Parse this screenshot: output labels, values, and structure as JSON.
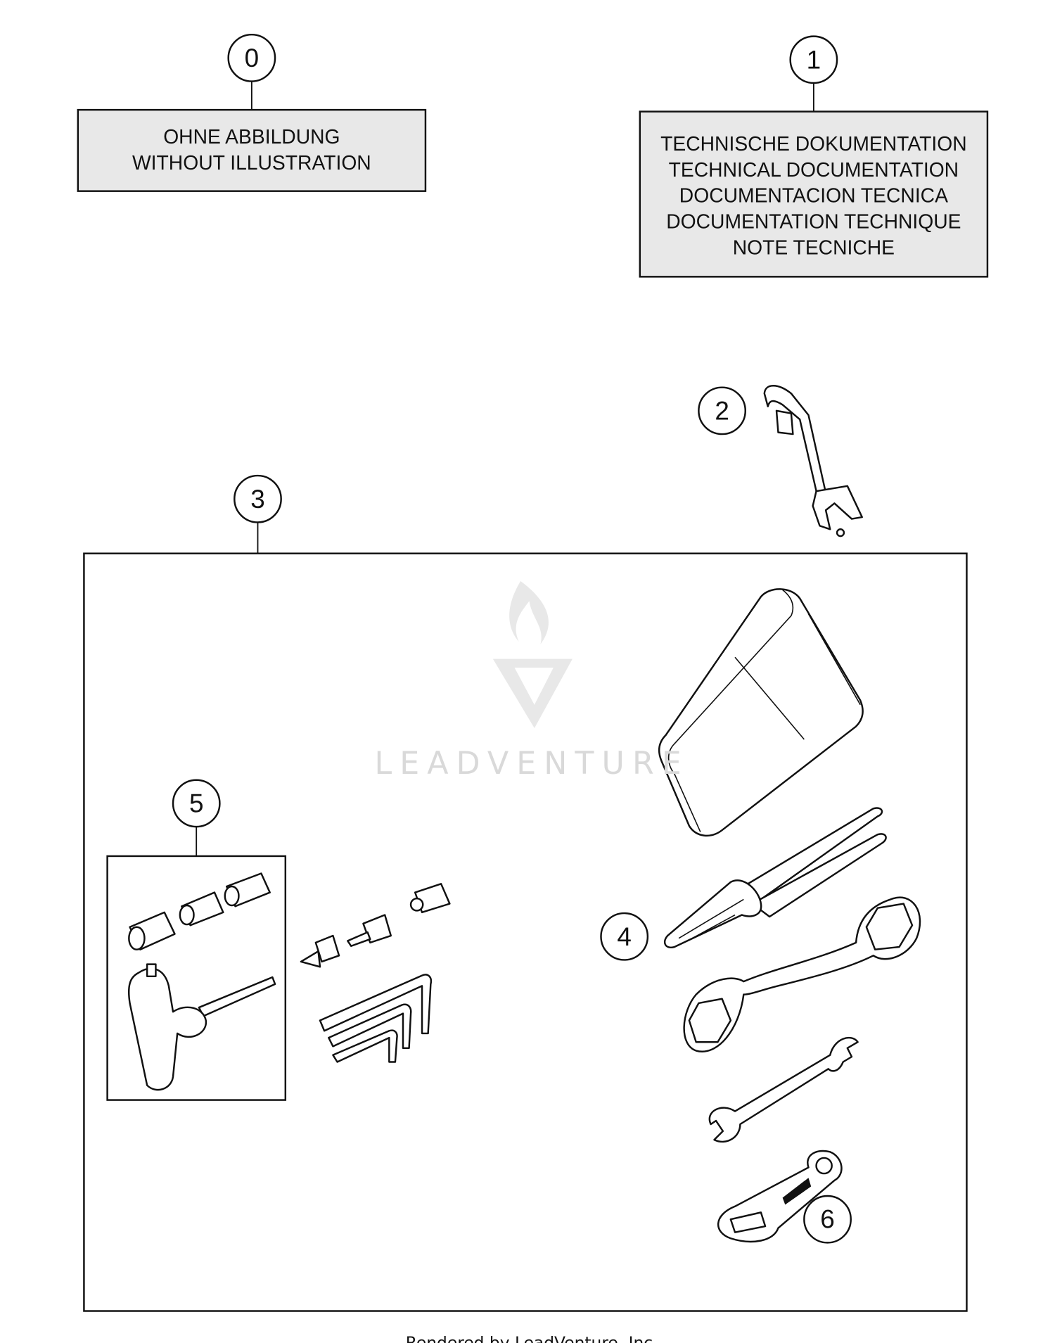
{
  "callouts": [
    {
      "number": "0",
      "lines": [
        "OHNE ABBILDUNG",
        "WITHOUT ILLUSTRATION"
      ]
    },
    {
      "number": "1",
      "lines": [
        "TECHNISCHE DOKUMENTATION",
        "TECHNICAL DOCUMENTATION",
        "DOCUMENTACION TECNICA",
        "DOCUMENTATION TECHNIQUE",
        "NOTE TECNICHE"
      ]
    },
    {
      "number": "2"
    },
    {
      "number": "3"
    },
    {
      "number": "4"
    },
    {
      "number": "5"
    },
    {
      "number": "6"
    }
  ],
  "watermark": "LEADVENTURE",
  "footer": "Rendered by LeadVenture, Inc.",
  "colors": {
    "label_box_fill": "#e8e8e8",
    "line": "#111111",
    "watermark": "#d9d9d9"
  }
}
